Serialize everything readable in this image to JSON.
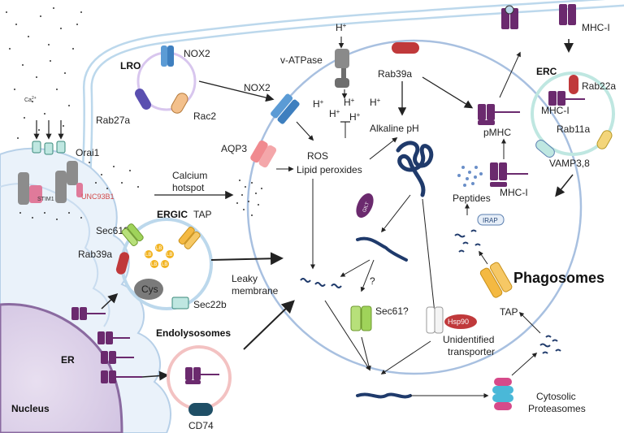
{
  "labels": {
    "lro": "LRO",
    "nox2_a": "NOX2",
    "rab27a": "Rab27a",
    "rac2": "Rac2",
    "nox2_b": "NOX2",
    "ca": "Ca",
    "ca_sup": "2+",
    "orai1": "Orai1",
    "stim1": "STIM1",
    "unc93b1": "UNC93B1",
    "calcium_hotspot_1": "Calcium",
    "calcium_hotspot_2": "hotspot",
    "h_top": "H",
    "plus": "+",
    "vatpase": "v-ATPase",
    "rab39a_top": "Rab39a",
    "aqp3": "AQP3",
    "ros": "ROS",
    "lipid_peroxides": "Lipid peroxides",
    "alkaline_ph": "Alkaline pH",
    "gilt": "GILT",
    "pmhc": "pMHC",
    "mhci_top": "MHC-I",
    "erc": "ERC",
    "rab22a": "Rab22a",
    "mhci_erc": "MHC-I",
    "rab11a": "Rab11a",
    "vamp": "VAMP3,8",
    "peptides": "Peptides",
    "mhci_inner": "MHC-I",
    "irap": "IRAP",
    "sec61_ergic": "Sec61?",
    "ergic": "ERGIC",
    "tap_ergic": "TAP",
    "rab39a_ergic": "Rab39a",
    "lb": "LB",
    "cys": "Cys",
    "sec22b": "Sec22b",
    "leaky_1": "Leaky",
    "leaky_2": "membrane",
    "question": "?",
    "sec61_phago": "Sec61?",
    "hsp90": "Hsp90",
    "unidentified_1": "Unidentified",
    "unidentified_2": "transporter",
    "phagosomes": "Phagosomes",
    "tap_phago": "TAP",
    "er": "ER",
    "endolysosomes": "Endolysosomes",
    "cd74": "CD74",
    "nucleus": "Nucleus",
    "cytosolic_1": "Cytosolic",
    "cytosolic_2": "Proteasomes"
  },
  "colors": {
    "membrane": "#a9cbe6",
    "phagosome_ring": "#a8c0e0",
    "mhc": "#6b2a6e",
    "nox2": "#5b9bd5",
    "rab_red": "#c0393b",
    "rab27a": "#5a4fb0",
    "rac2": "#f3c08c",
    "tap": "#f4b942",
    "sec61": "#b7e07a",
    "aqp3": "#f08a8f",
    "peptide": "#1f3a6b",
    "hsp90": "#c0393b",
    "lb": "#f2b31f",
    "cys": "#7a7a7a",
    "sec22b": "#bfe7e1",
    "cd74": "#1f4f66",
    "proteasome": "#d64a8a"
  }
}
